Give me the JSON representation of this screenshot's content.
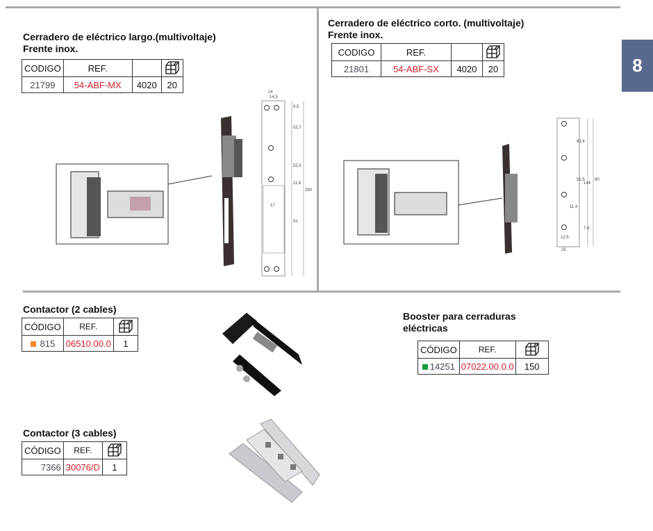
{
  "page_tab": "8",
  "products": [
    {
      "title_line1": "Cerradero de eléctrico largo.(multivoltaje)",
      "title_line2": "Frente inox.",
      "headers": {
        "codigo": "CODIGO",
        "ref": "REF."
      },
      "row": {
        "codigo": "21799",
        "ref": "54-ABF-MX",
        "extra": "4020",
        "qty": "20"
      },
      "dimensions": [
        "24",
        "14,5",
        "6,5",
        "52,7",
        "52,5",
        "11,6",
        "17",
        "91",
        "250"
      ]
    },
    {
      "title_line1": "Cerradero de eléctrico corto. (multivoltaje)",
      "title_line2": "Frente inox.",
      "headers": {
        "codigo": "CODIGO",
        "ref": "REF."
      },
      "row": {
        "codigo": "21801",
        "ref": "54-ABF-SX",
        "extra": "4020",
        "qty": "20"
      },
      "dimensions": [
        "63,4",
        "52,5",
        "144",
        "90",
        "11,4",
        "7,8",
        "12,5",
        "25"
      ]
    },
    {
      "title": "Contactor (2 cables)",
      "headers": {
        "codigo": "CÓDIGO",
        "ref": "REF."
      },
      "row": {
        "codigo": "815",
        "ref": "06510.00.0",
        "qty": "1"
      },
      "marker_color": "#f08a24"
    },
    {
      "title": "Contactor (3 cables)",
      "headers": {
        "codigo": "CÓDIGO",
        "ref": "REF."
      },
      "row": {
        "codigo": "7366",
        "ref": "30076/D",
        "qty": "1"
      }
    },
    {
      "title_line1": "Booster para cerraduras",
      "title_line2": "eléctricas",
      "headers": {
        "codigo": "CÓDIGO",
        "ref": "REF."
      },
      "row": {
        "codigo": "14251",
        "ref": "07022.00.0.0",
        "qty": "150"
      },
      "marker_color": "#1a9a3a"
    }
  ],
  "colors": {
    "ref_red": "#d0202a",
    "tab_blue": "#58698d"
  }
}
